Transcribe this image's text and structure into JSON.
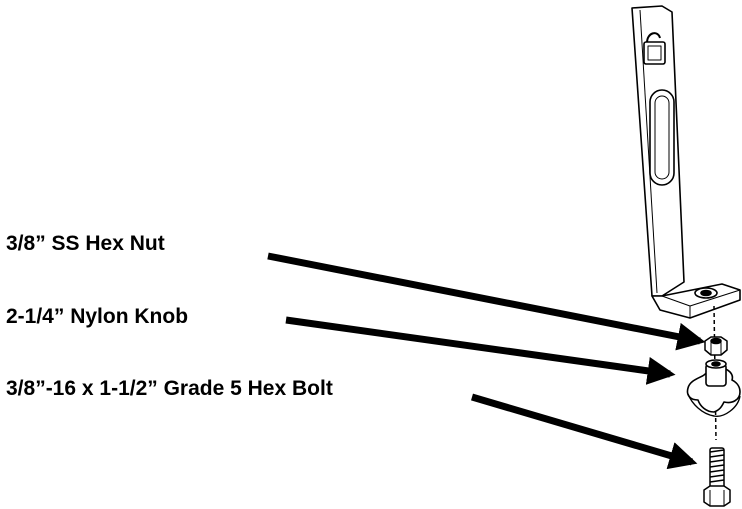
{
  "callouts": [
    {
      "id": "nut",
      "label": "3/8” SS Hex Nut"
    },
    {
      "id": "knob",
      "label": "2-1/4” Nylon Knob"
    },
    {
      "id": "bolt",
      "label": "3/8”-16 x 1-1/2” Grade 5 Hex Bolt"
    }
  ],
  "colors": {
    "ink": "#000000",
    "background": "#ffffff"
  }
}
